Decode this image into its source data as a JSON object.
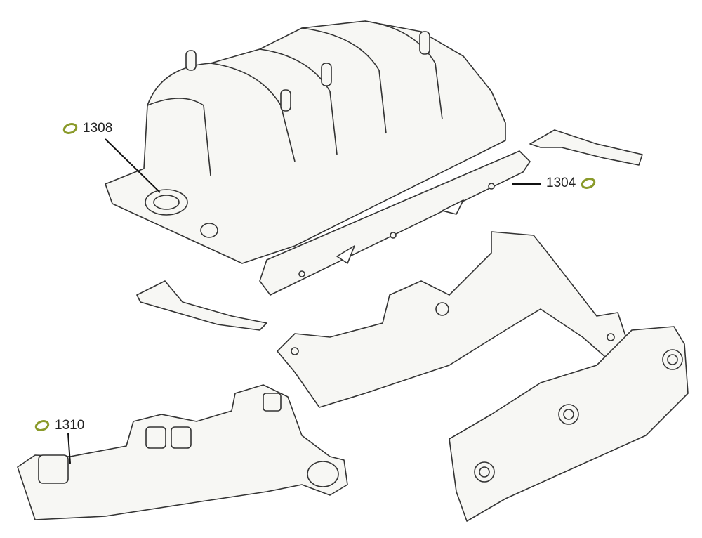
{
  "diagram": {
    "accent_color": "#8a9a2a",
    "line_color": "#333333",
    "fill_color": "#f7f7f4",
    "icon": "gasket-icon",
    "callouts": [
      {
        "part": "1308"
      },
      {
        "part": "1304"
      },
      {
        "part": "1310"
      }
    ]
  }
}
